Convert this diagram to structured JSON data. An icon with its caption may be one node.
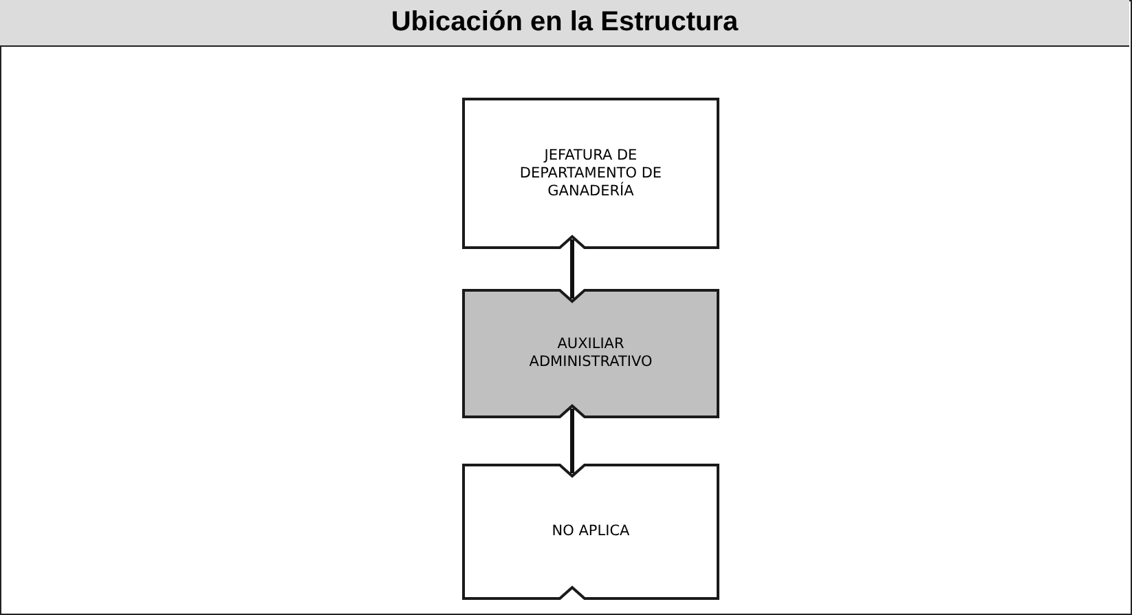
{
  "diagram": {
    "title": "Ubicación en la Estructura",
    "nodes": [
      {
        "text": [
          "JEFATURA DE DEPARTAMENTO DE GANADERÍA"
        ]
      },
      {
        "text": [
          "AUXILIAR ADMINISTRATIVO"
        ]
      },
      {
        "text": [
          "NO APLICA"
        ]
      }
    ],
    "edges": [
      {
        "from": 0,
        "to": 1,
        "arrow": "none"
      },
      {
        "from": 1,
        "to": 2,
        "arrow": "none"
      }
    ]
  }
}
